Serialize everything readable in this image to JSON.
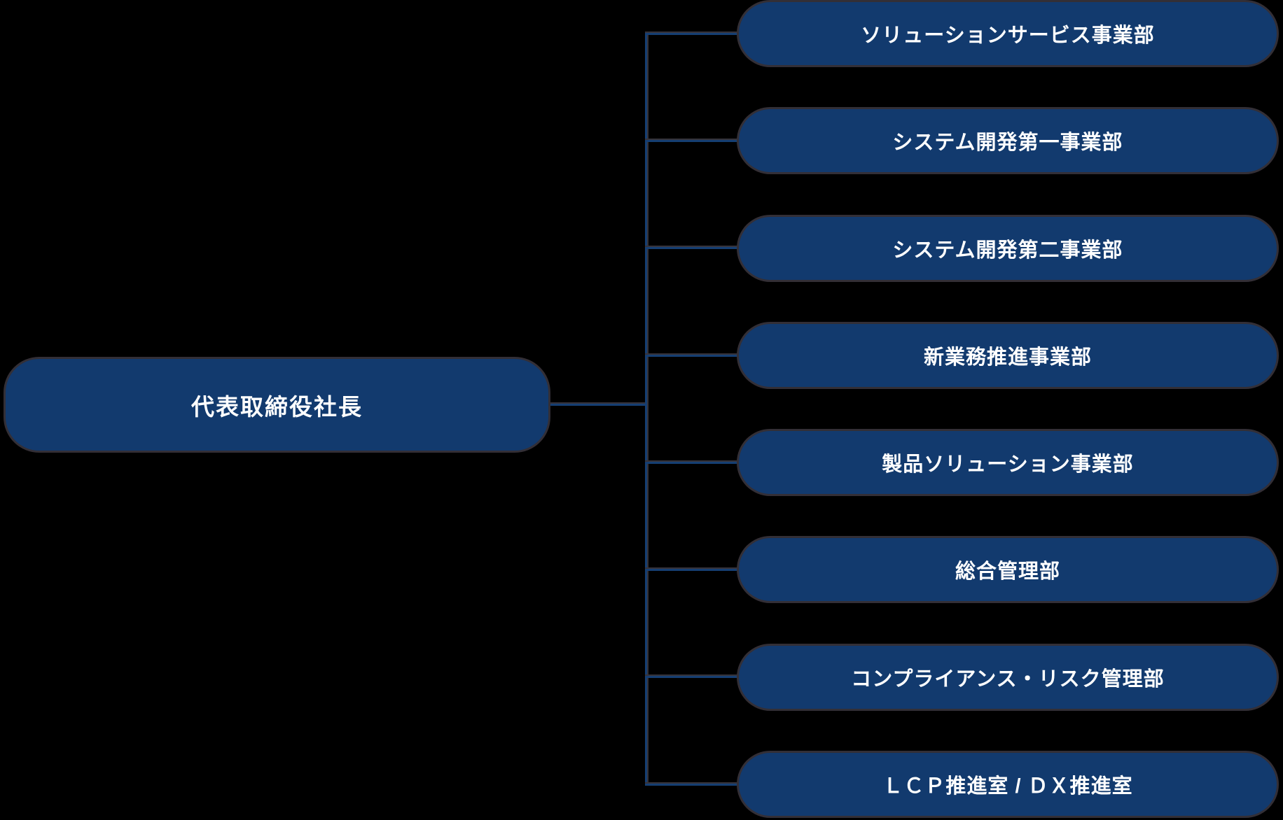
{
  "root": {
    "label": "代表取締役社長"
  },
  "departments": [
    {
      "label": "ソリューションサービス事業部"
    },
    {
      "label": "システム開発第一事業部"
    },
    {
      "label": "システム開発第二事業部"
    },
    {
      "label": "新業務推進事業部"
    },
    {
      "label": "製品ソリューション事業部"
    },
    {
      "label": "総合管理部"
    },
    {
      "label": "コンプライアンス・リスク管理部"
    },
    {
      "label": "ＬＣＰ推進室 / ＤＸ推進室"
    }
  ],
  "colors": {
    "background": "#000000",
    "box_fill": "#123a6e",
    "box_outline": "#332f36",
    "connector": "#153e72",
    "text": "#ffffff"
  }
}
